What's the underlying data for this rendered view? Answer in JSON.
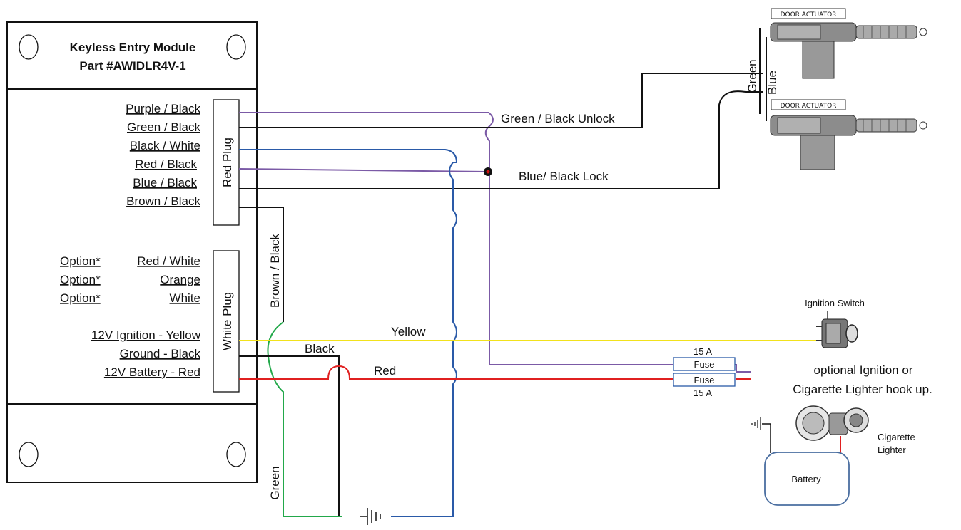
{
  "module": {
    "title_line1": "Keyless Entry Module",
    "title_line2": "Part #AWIDLR4V-1",
    "red_plug_label": "Red Plug",
    "white_plug_label": "White Plug",
    "red_plug_pins": [
      "Purple / Black",
      "Green / Black",
      "Black / White",
      "Red / Black",
      "Blue / Black",
      "Brown / Black"
    ],
    "white_plug_options": [
      {
        "option": "Option*",
        "wire": "Red / White"
      },
      {
        "option": "Option*",
        "wire": "Orange"
      },
      {
        "option": "Option*",
        "wire": "White"
      }
    ],
    "white_plug_pins": [
      "12V Ignition - Yellow",
      "Ground - Black",
      "12V Battery - Red"
    ]
  },
  "wire_labels": {
    "green_black_unlock": "Green / Black  Unlock",
    "blue_black_lock": "Blue/ Black  Lock",
    "brown_black": "Brown / Black",
    "yellow": "Yellow",
    "black": "Black",
    "red": "Red",
    "green": "Green",
    "green_actuator": "Green",
    "blue_actuator": "Blue"
  },
  "actuators": {
    "top_label": "DOOR ACTUATOR",
    "bottom_label": "DOOR ACTUATOR"
  },
  "ignition_switch_label": "Ignition Switch",
  "fuses": {
    "top_rating": "15 A",
    "top_label": "Fuse",
    "bottom_label": "Fuse",
    "bottom_rating": "15 A"
  },
  "hookup_note_line1": "optional Ignition or",
  "hookup_note_line2": "Cigarette Lighter hook up.",
  "cigarette_lighter_line1": "Cigarette",
  "cigarette_lighter_line2": "Lighter",
  "battery_label": "Battery",
  "colors": {
    "purple": "#7b5aa6",
    "black": "#111111",
    "blue": "#2a5aa8",
    "yellow": "#f2e21c",
    "red": "#e02020",
    "green": "#22a84a",
    "battery_border": "#4a6ea0",
    "junction": "#d01010"
  }
}
